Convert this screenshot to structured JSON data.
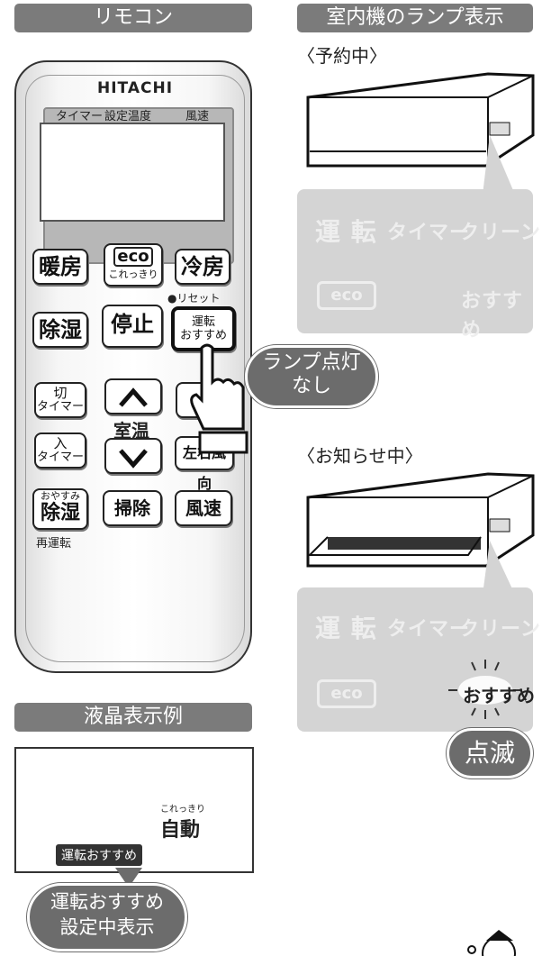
{
  "headers": {
    "remote": "リモコン",
    "indoor_lamp": "室内機のランプ表示",
    "lcd_example": "液晶表示例"
  },
  "remote": {
    "brand": "HITACHI",
    "lcd_labels": [
      "タイマー",
      "設定温度",
      "風速"
    ],
    "buttons": {
      "heat": "暖房",
      "eco_logo": "eco",
      "eco_sub": "これっきり",
      "cool": "冷房",
      "reset": "●リセット",
      "dehumid": "除湿",
      "stop": "停止",
      "recommend_1": "運転",
      "recommend_2": "おすすめ",
      "timer_off_1": "切",
      "timer_off_2": "タイマー",
      "up_label": "上",
      "temp": "室温",
      "timer_on_1": "入",
      "timer_on_2": "タイマー",
      "lr_wind": "左右風向",
      "sleep_small": "おやすみ",
      "sleep": "除湿",
      "rerun": "再運転",
      "clean": "掃除",
      "fan": "風速"
    }
  },
  "reserved": {
    "title": "〈予約中〉",
    "lamps": {
      "run": "運 転",
      "timer": "タイマー",
      "clean": "クリーン",
      "eco": "eco",
      "recommend": "おすすめ"
    }
  },
  "notify": {
    "title": "〈お知らせ中〉",
    "lamps": {
      "run": "運 転",
      "timer": "タイマー",
      "clean": "クリーン",
      "eco": "eco",
      "recommend": "おすすめ"
    }
  },
  "callouts": {
    "lamp_off_1": "ランプ点灯",
    "lamp_off_2": "なし",
    "blink": "点滅",
    "setting_1": "運転おすすめ",
    "setting_2": "設定中表示"
  },
  "lcd_example": {
    "small": "これっきり",
    "auto": "自動",
    "tag": "運転おすすめ"
  }
}
